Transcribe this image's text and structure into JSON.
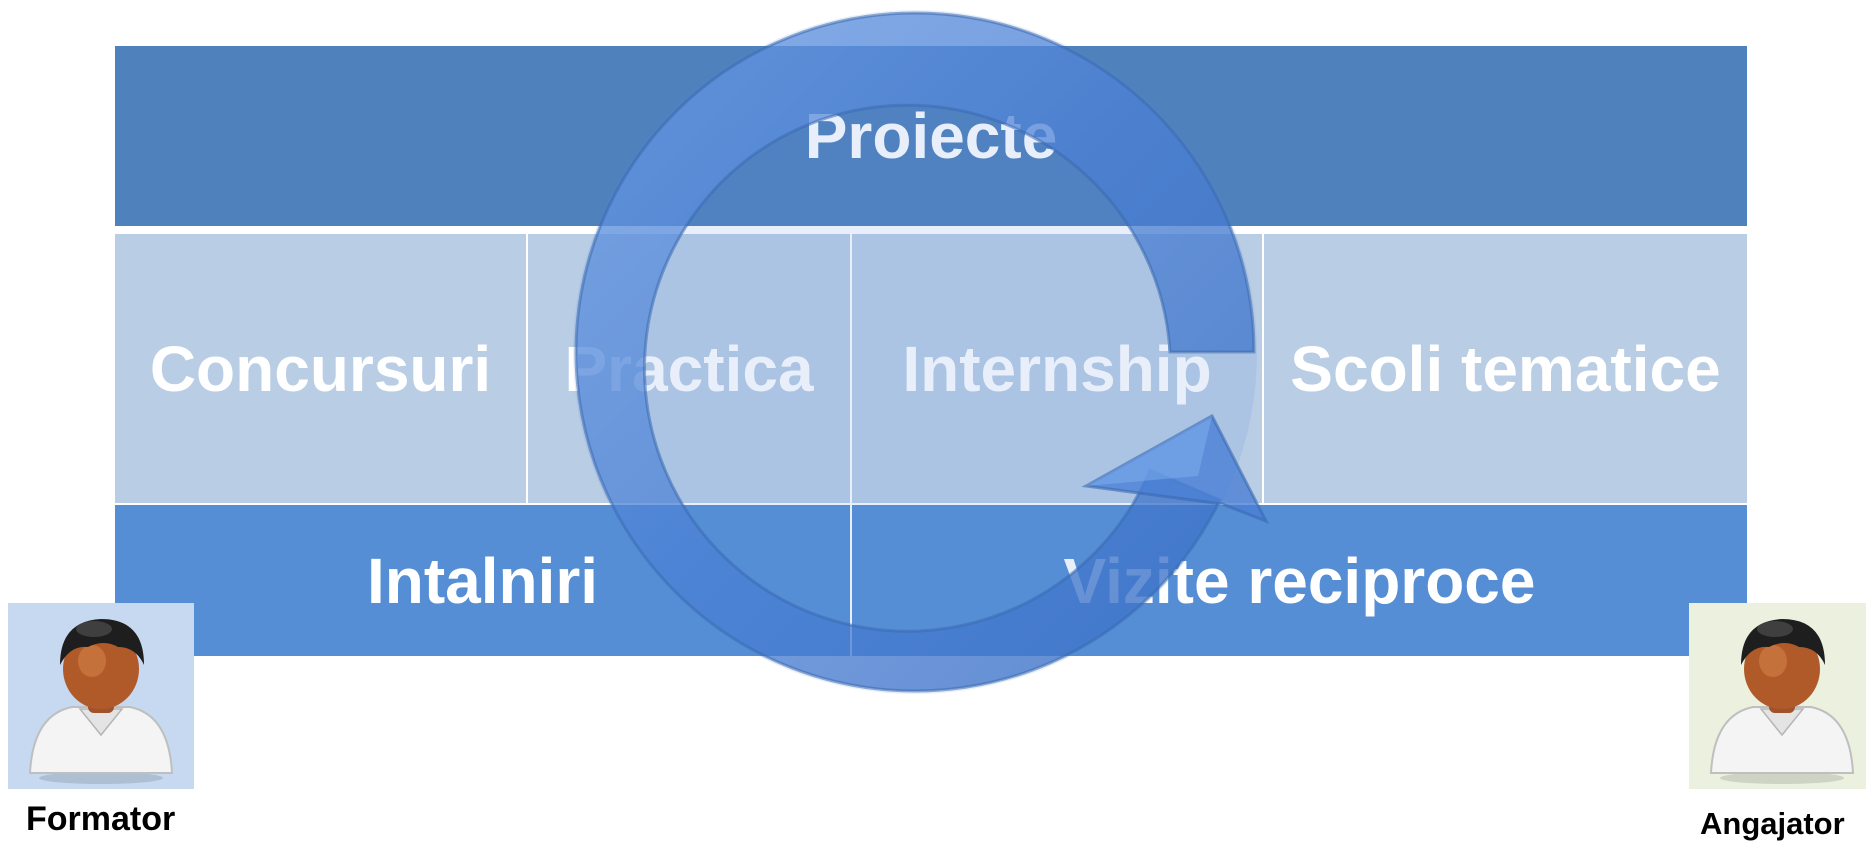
{
  "diagram": {
    "top": "Proiecte",
    "middle": [
      "Concursuri",
      "Practica",
      "Internship",
      "Scoli tematice"
    ],
    "bottom": [
      "Intalniri",
      "Vizite reciproce"
    ]
  },
  "people": {
    "left": "Formator",
    "right": "Angajator"
  },
  "colors": {
    "top_bar": "#4f81bd",
    "middle_cells": "#b9cde5",
    "bottom_cells": "#558ed5",
    "cycle_arrow": "#4a7fd4",
    "left_avatar_bg": "#c6d9f1",
    "right_avatar_bg": "#ebf1de"
  },
  "icons": [
    "cycle-arrow-icon",
    "person-icon"
  ]
}
